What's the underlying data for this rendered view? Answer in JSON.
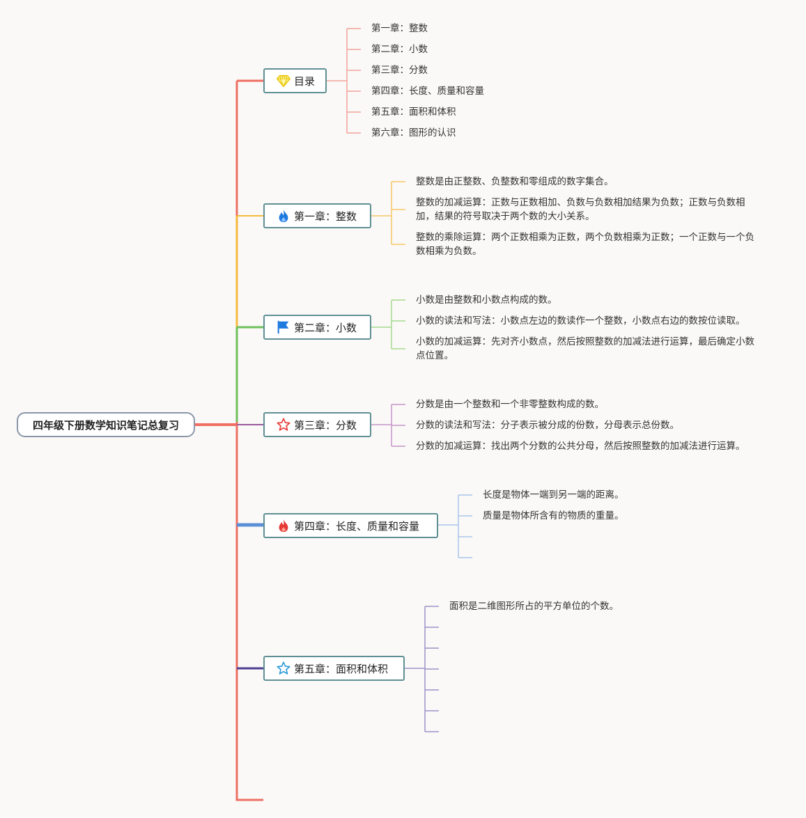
{
  "root": {
    "label": "四年级下册数学知识笔记总复习"
  },
  "branches": [
    {
      "key": "toc",
      "label": "目录",
      "icon": "gem-icon",
      "color": "#f07a6e",
      "leaves": [
        "第一章：整数",
        "第二章：小数",
        "第三章：分数",
        "第四章：长度、质量和容量",
        "第五章：面积和体积",
        "第六章：图形的认识"
      ]
    },
    {
      "key": "ch1",
      "label": "第一章：整数",
      "icon": "fire-blue-icon",
      "color": "#f6b93b",
      "leaves": [
        "整数是由正整数、负整数和零组成的数字集合。",
        "整数的加减运算：正数与正数相加、负数与负数相加结果为负数；正数与负数相加，结果的符号取决于两个数的大小关系。",
        "整数的乘除运算：两个正数相乘为正数，两个负数相乘为正数；一个正数与一个负数相乘为负数。"
      ]
    },
    {
      "key": "ch2",
      "label": "第二章：小数",
      "icon": "flag-icon",
      "color": "#6fc05a",
      "leaves": [
        "小数是由整数和小数点构成的数。",
        "小数的读法和写法：小数点左边的数读作一个整数，小数点右边的数按位读取。",
        "小数的加减运算：先对齐小数点，然后按照整数的加减法进行运算，最后确定小数点位置。"
      ]
    },
    {
      "key": "ch3",
      "label": "第三章：分数",
      "icon": "star-outline-red-icon",
      "color": "#9b59a0",
      "leaves": [
        "分数是由一个整数和一个非零整数构成的数。",
        "分数的读法和写法：分子表示被分成的份数，分母表示总份数。",
        "分数的加减运算：找出两个分数的公共分母，然后按照整数的加减法进行运算。"
      ]
    },
    {
      "key": "ch4",
      "label": "第四章：长度、质量和容量",
      "icon": "fire-red-icon",
      "color": "#5b8fd6",
      "leaves": [
        "长度是物体一端到另一端的距离。",
        "质量是物体所含有的物质的重量。",
        "",
        ""
      ]
    },
    {
      "key": "ch5",
      "label": "第五章：面积和体积",
      "icon": "star-outline-blue-icon",
      "color": "#4b3d8f",
      "leaves": [
        "面积是二维图形所占的平方单位的个数。",
        "",
        "",
        "",
        "",
        "",
        ""
      ]
    }
  ],
  "colors": {
    "trunk": "#ef6f63",
    "node_border": "#5f8f93",
    "background": "#faf9f7"
  }
}
